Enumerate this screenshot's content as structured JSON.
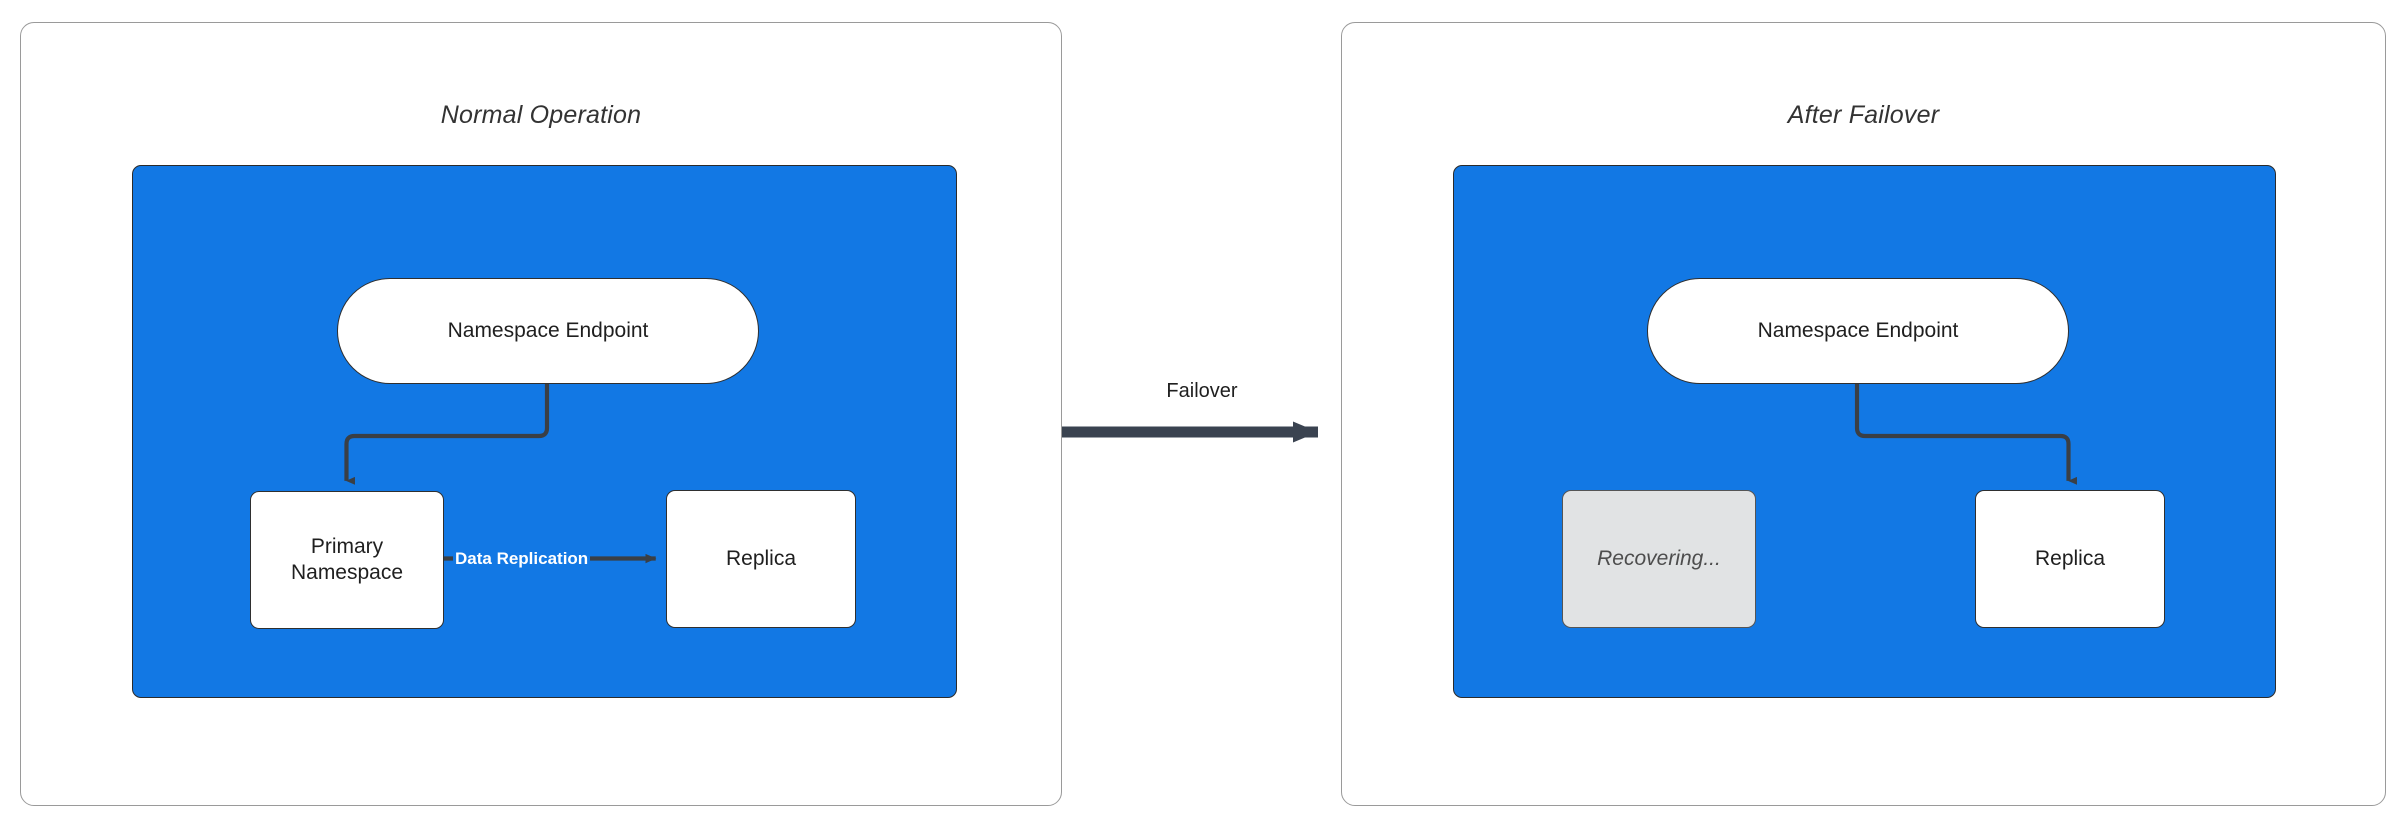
{
  "diagram": {
    "title_left": "Normal Operation",
    "title_right": "After Failover",
    "transition_label": "Failover",
    "accent_blue": "#1278E4",
    "stroke_dark": "#2f2f2f",
    "recovering_fill": "#E1E3E4",
    "panel_border": "#9a9a9a"
  },
  "left_panel": {
    "title": "Normal Operation",
    "nodes": {
      "endpoint": "Namespace Endpoint",
      "primary": "Primary\nNamespace",
      "primary_line1": "Primary",
      "primary_line2": "Namespace",
      "replica": "Replica"
    },
    "edges": {
      "endpoint_to_primary": "",
      "data_replication": "Data Replication"
    }
  },
  "right_panel": {
    "title": "After Failover",
    "nodes": {
      "endpoint": "Namespace Endpoint",
      "recovering": "Recovering...",
      "replica": "Replica"
    },
    "edges": {
      "endpoint_to_replica": ""
    }
  }
}
